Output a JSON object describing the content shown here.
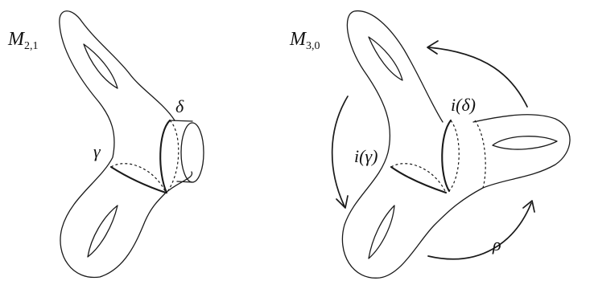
{
  "left_surface": {
    "name": "M",
    "subscript": "2,1",
    "curve_gamma": "γ",
    "curve_delta": "δ"
  },
  "right_surface": {
    "name": "M",
    "subscript": "3,0",
    "curve_i_gamma": "i(γ)",
    "curve_i_delta": "i(δ)",
    "rotation": "ρ"
  }
}
